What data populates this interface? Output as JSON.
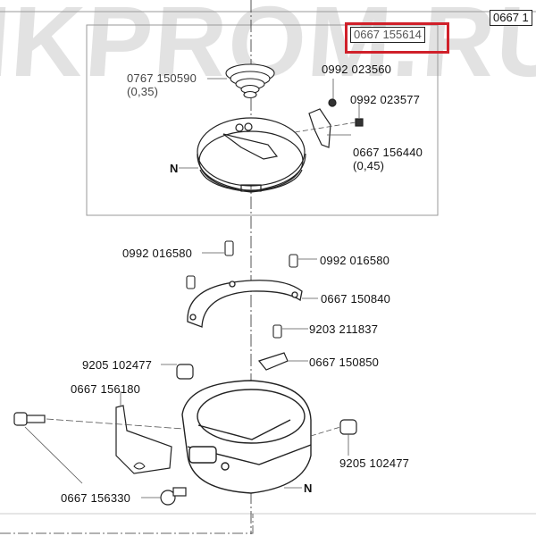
{
  "watermark": "IKPROM.RU",
  "header": {
    "highlighted_part": "0667 155614",
    "corner_part_partial": "0667 1"
  },
  "colors": {
    "highlight": "#d0202a",
    "watermark": "#e2e2e2",
    "line": "#222222",
    "frame": "#999999"
  },
  "upper_assembly": {
    "parts": [
      {
        "number": "0767 150590",
        "note": "(0,35)"
      },
      {
        "number": "0992 023560"
      },
      {
        "number": "0992 023577"
      },
      {
        "number": "0667 156440",
        "note": "(0,45)"
      }
    ],
    "marker": "N"
  },
  "lower_assembly": {
    "parts": [
      {
        "number": "0992 016580"
      },
      {
        "number": "0992 016580"
      },
      {
        "number": "0667 150840"
      },
      {
        "number": "9203 211837"
      },
      {
        "number": "9205 102477"
      },
      {
        "number": "0667 150850"
      },
      {
        "number": "0667 156180"
      },
      {
        "number": "9205 102477"
      },
      {
        "number": "0667 156330"
      }
    ],
    "marker": "N"
  }
}
